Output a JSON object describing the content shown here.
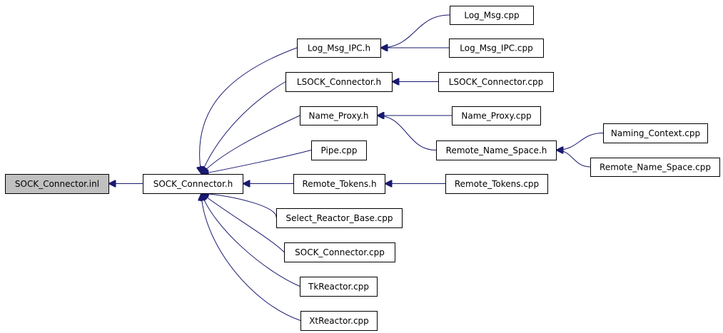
{
  "diagram": {
    "type": "include-dependency-graph",
    "highlight_color": "#c0c0c0",
    "edge_color": "#191970",
    "nodes": [
      {
        "id": "sock_connector_inl",
        "label": "SOCK_Connector.inl",
        "highlighted": true
      },
      {
        "id": "sock_connector_h",
        "label": "SOCK_Connector.h"
      },
      {
        "id": "log_msg_ipc_h",
        "label": "Log_Msg_IPC.h"
      },
      {
        "id": "log_msg_cpp",
        "label": "Log_Msg.cpp"
      },
      {
        "id": "log_msg_ipc_cpp",
        "label": "Log_Msg_IPC.cpp"
      },
      {
        "id": "lsock_connector_h",
        "label": "LSOCK_Connector.h"
      },
      {
        "id": "lsock_connector_cpp",
        "label": "LSOCK_Connector.cpp"
      },
      {
        "id": "name_proxy_h",
        "label": "Name_Proxy.h"
      },
      {
        "id": "name_proxy_cpp",
        "label": "Name_Proxy.cpp"
      },
      {
        "id": "remote_name_space_h",
        "label": "Remote_Name_Space.h"
      },
      {
        "id": "naming_context_cpp",
        "label": "Naming_Context.cpp"
      },
      {
        "id": "remote_name_space_cpp",
        "label": "Remote_Name_Space.cpp"
      },
      {
        "id": "pipe_cpp",
        "label": "Pipe.cpp"
      },
      {
        "id": "remote_tokens_h",
        "label": "Remote_Tokens.h"
      },
      {
        "id": "remote_tokens_cpp",
        "label": "Remote_Tokens.cpp"
      },
      {
        "id": "select_reactor_base_cpp",
        "label": "Select_Reactor_Base.cpp"
      },
      {
        "id": "sock_connector_cpp",
        "label": "SOCK_Connector.cpp"
      },
      {
        "id": "tkreactor_cpp",
        "label": "TkReactor.cpp"
      },
      {
        "id": "xtreactor_cpp",
        "label": "XtReactor.cpp"
      }
    ],
    "edges": [
      {
        "from": "sock_connector_h",
        "to": "sock_connector_inl"
      },
      {
        "from": "log_msg_ipc_h",
        "to": "sock_connector_h"
      },
      {
        "from": "lsock_connector_h",
        "to": "sock_connector_h"
      },
      {
        "from": "name_proxy_h",
        "to": "sock_connector_h"
      },
      {
        "from": "pipe_cpp",
        "to": "sock_connector_h"
      },
      {
        "from": "remote_tokens_h",
        "to": "sock_connector_h"
      },
      {
        "from": "select_reactor_base_cpp",
        "to": "sock_connector_h"
      },
      {
        "from": "sock_connector_cpp",
        "to": "sock_connector_h"
      },
      {
        "from": "tkreactor_cpp",
        "to": "sock_connector_h"
      },
      {
        "from": "xtreactor_cpp",
        "to": "sock_connector_h"
      },
      {
        "from": "log_msg_cpp",
        "to": "log_msg_ipc_h"
      },
      {
        "from": "log_msg_ipc_cpp",
        "to": "log_msg_ipc_h"
      },
      {
        "from": "lsock_connector_cpp",
        "to": "lsock_connector_h"
      },
      {
        "from": "name_proxy_cpp",
        "to": "name_proxy_h"
      },
      {
        "from": "remote_name_space_h",
        "to": "name_proxy_h"
      },
      {
        "from": "naming_context_cpp",
        "to": "remote_name_space_h"
      },
      {
        "from": "remote_name_space_cpp",
        "to": "remote_name_space_h"
      },
      {
        "from": "remote_tokens_cpp",
        "to": "remote_tokens_h"
      }
    ]
  }
}
